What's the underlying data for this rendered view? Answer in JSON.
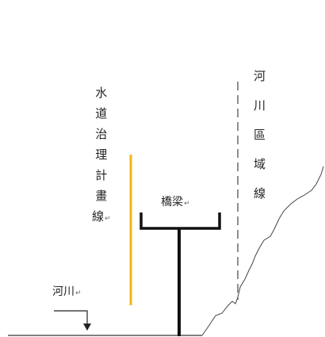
{
  "labels": {
    "waterway_plan_line": [
      "水",
      "道",
      "治",
      "理",
      "計",
      "畫",
      "線"
    ],
    "river_area_line": [
      "河",
      "川",
      "區",
      "域",
      "線"
    ],
    "bridge": "橋梁",
    "river": "河川",
    "paragraph_mark": "↵"
  },
  "colors": {
    "plan_line": "#f2b617",
    "bridge": "#111111",
    "ground": "#333333",
    "boundary_dash": "#444444"
  }
}
